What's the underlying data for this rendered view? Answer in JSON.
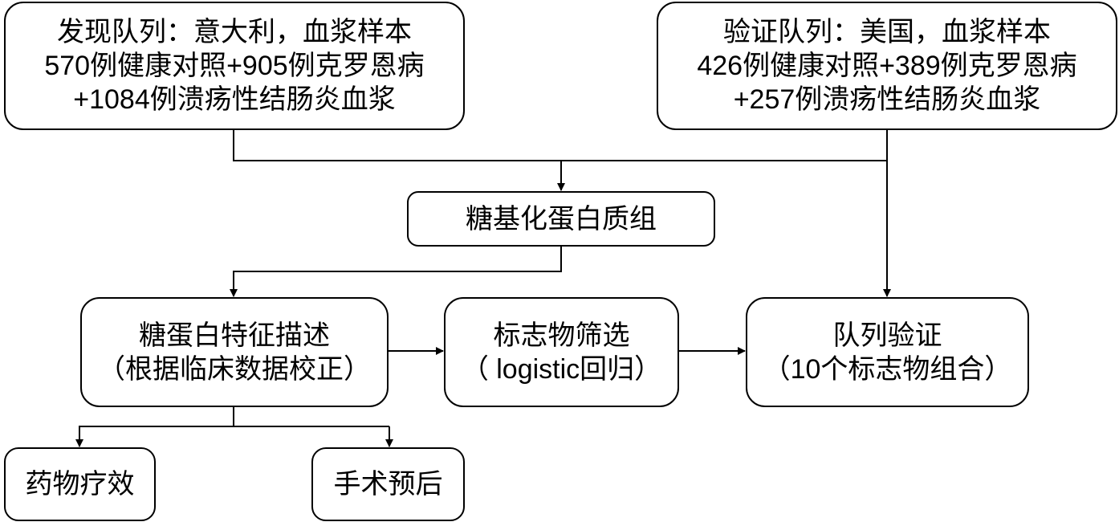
{
  "discovery": {
    "line1": "发现队列：意大利，血浆样本",
    "line2": "570例健康对照+905例克罗恩病",
    "line3": "+1084例溃疡性结肠炎血浆"
  },
  "validation": {
    "line1": "验证队列：美国，血浆样本",
    "line2": "426例健康对照+389例克罗恩病",
    "line3": "+257例溃疡性结肠炎血浆"
  },
  "glycoproteome": "糖基化蛋白质组",
  "characterization": {
    "line1": "糖蛋白特征描述",
    "line2": "（根据临床数据校正）"
  },
  "marker_screening": {
    "line1": "标志物筛选",
    "line2": "（ logistic回归）"
  },
  "cohort_validation": {
    "line1": "队列验证",
    "line2": "（10个标志物组合）"
  },
  "drug_efficacy": "药物疗效",
  "surgery_prognosis": "手术预后"
}
